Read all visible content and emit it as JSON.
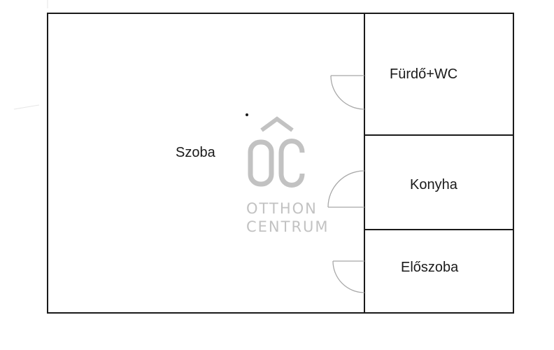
{
  "rooms": {
    "szoba": "Szoba",
    "furdo": "Fürdő+WC",
    "konyha": "Konyha",
    "eloszoba": "Előszoba"
  },
  "watermark": {
    "monogram": "ÔC",
    "line1": "OTTHON",
    "line2": "CENTRUM"
  },
  "colors": {
    "wall": "#1a1a1a",
    "door": "#a8a8a8",
    "watermark": "#c2c2c2"
  },
  "icons": [
    "door-swing-icon",
    "watermark-logo"
  ]
}
